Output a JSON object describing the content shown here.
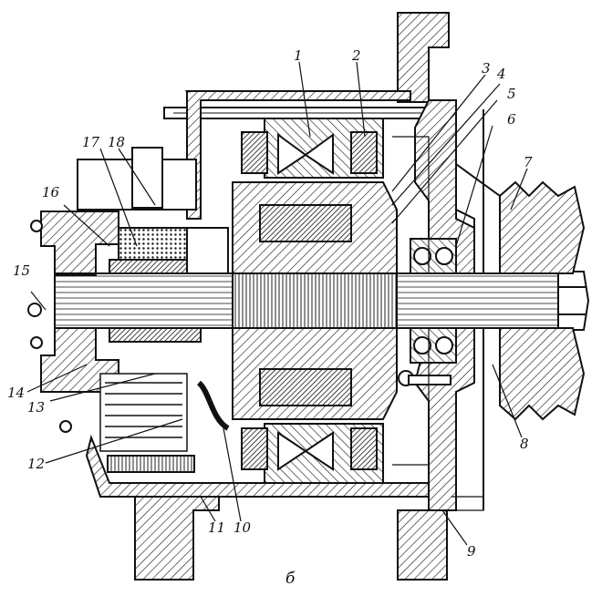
{
  "figure": {
    "caption": "б",
    "callouts": [
      {
        "id": "c1",
        "text": "1"
      },
      {
        "id": "c2",
        "text": "2"
      },
      {
        "id": "c3",
        "text": "3"
      },
      {
        "id": "c4",
        "text": "4"
      },
      {
        "id": "c5",
        "text": "5"
      },
      {
        "id": "c6",
        "text": "6"
      },
      {
        "id": "c7",
        "text": "7"
      },
      {
        "id": "c8",
        "text": "8"
      },
      {
        "id": "c9",
        "text": "9"
      },
      {
        "id": "c10",
        "text": "10"
      },
      {
        "id": "c11",
        "text": "11"
      },
      {
        "id": "c12",
        "text": "12"
      },
      {
        "id": "c13",
        "text": "13"
      },
      {
        "id": "c14",
        "text": "14"
      },
      {
        "id": "c15",
        "text": "15"
      },
      {
        "id": "c16",
        "text": "16"
      },
      {
        "id": "c17",
        "text": "17"
      },
      {
        "id": "c18",
        "text": "18"
      }
    ]
  },
  "colors": {
    "ink": "#111111",
    "paper": "#ffffff"
  }
}
